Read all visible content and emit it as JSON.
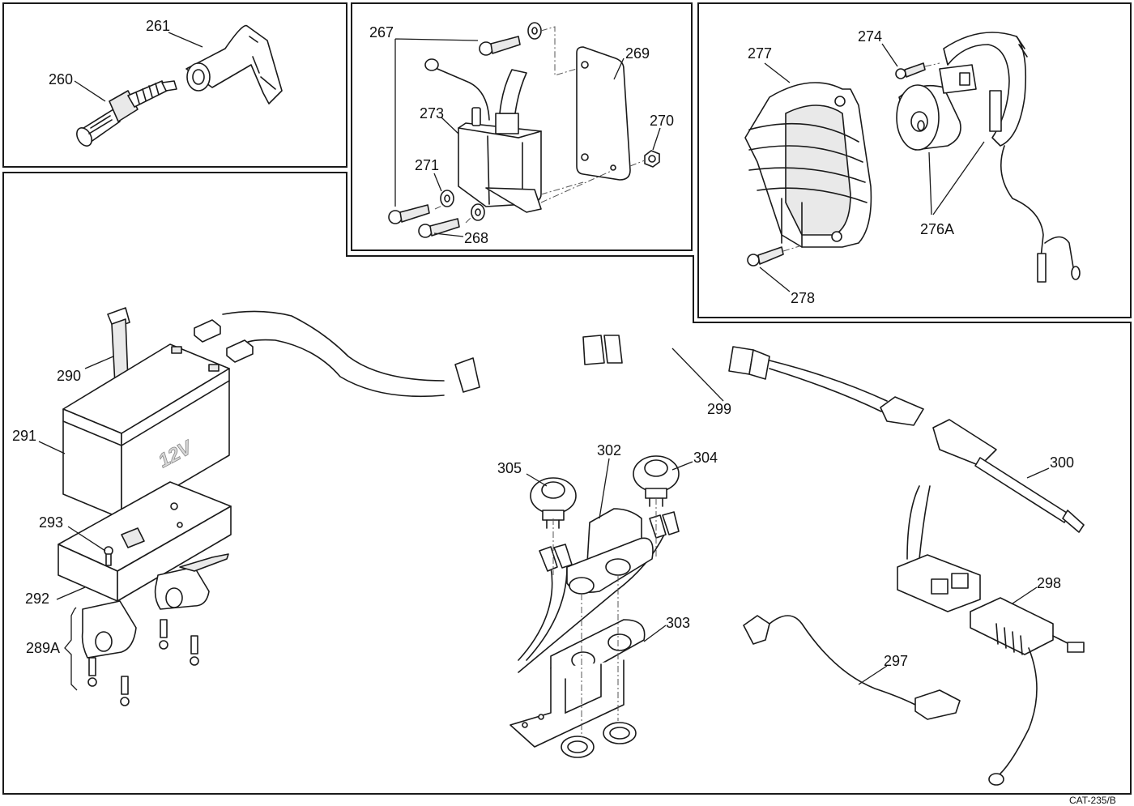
{
  "diagram": {
    "reference": "CAT-235/B",
    "battery_marking": "12V",
    "panels": [
      {
        "name": "spark-plug-panel",
        "callouts": [
          "260",
          "261"
        ]
      },
      {
        "name": "ignition-coil-panel",
        "callouts": [
          "267",
          "268",
          "269",
          "270",
          "271",
          "273"
        ]
      },
      {
        "name": "stator-cover-panel",
        "callouts": [
          "274",
          "276A",
          "277",
          "278"
        ]
      },
      {
        "name": "wiring-harness-panel",
        "callouts": [
          "289A",
          "290",
          "291",
          "292",
          "293",
          "297",
          "298",
          "299",
          "300",
          "302",
          "303",
          "304",
          "305"
        ]
      }
    ],
    "callouts": {
      "c260": "260",
      "c261": "261",
      "c267": "267",
      "c268": "268",
      "c269": "269",
      "c270": "270",
      "c271": "271",
      "c273": "273",
      "c274": "274",
      "c276A": "276A",
      "c277": "277",
      "c278": "278",
      "c289A": "289A",
      "c290": "290",
      "c291": "291",
      "c292": "292",
      "c293": "293",
      "c297": "297",
      "c298": "298",
      "c299": "299",
      "c300": "300",
      "c302": "302",
      "c303": "303",
      "c304": "304",
      "c305": "305"
    }
  }
}
